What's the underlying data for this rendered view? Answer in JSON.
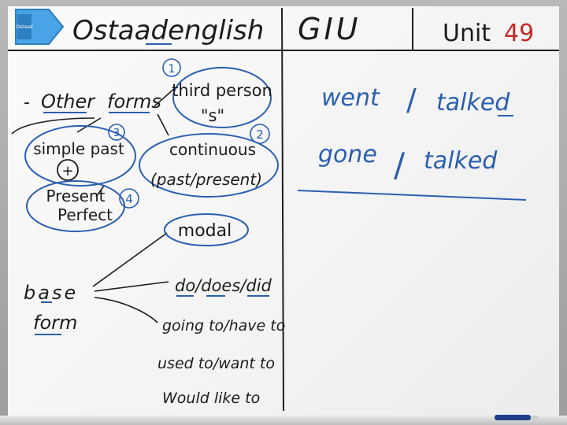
{
  "header": {
    "brand": "Ostaadenglish",
    "brand_parts": {
      "pre": "Osta",
      "mid": "ad",
      "post": "english"
    },
    "section": "GIU",
    "unit_label": "Unit",
    "unit_number": "49",
    "eraser_label": "Ostaad"
  },
  "left_panel": {
    "other_forms": {
      "dash": "-",
      "other": "Other",
      "forms": "forms"
    },
    "nodes": [
      {
        "number": "1",
        "lines": [
          "third person",
          "\"s\""
        ]
      },
      {
        "number": "2",
        "lines": [
          "continuous",
          "(past/present)"
        ]
      },
      {
        "number": "3",
        "lines": [
          "simple past",
          "+"
        ]
      },
      {
        "number": "4",
        "lines": [
          "Present",
          "Perfect"
        ]
      }
    ],
    "base_form": {
      "word1": "base",
      "word2": "form"
    },
    "examples": [
      "modal",
      "do/does/did",
      "going to/have to",
      "used to/want to",
      "Would like to"
    ]
  },
  "right_panel": {
    "rows": [
      {
        "left": "went",
        "sep": "/",
        "right": "talked"
      },
      {
        "left": "gone",
        "sep": "/",
        "right": "talked"
      }
    ]
  },
  "colors": {
    "ink_black": "#1c1c1c",
    "ink_blue": "#2b5fb0",
    "ink_red": "#c42a2a",
    "board": "#f7f7f7"
  }
}
